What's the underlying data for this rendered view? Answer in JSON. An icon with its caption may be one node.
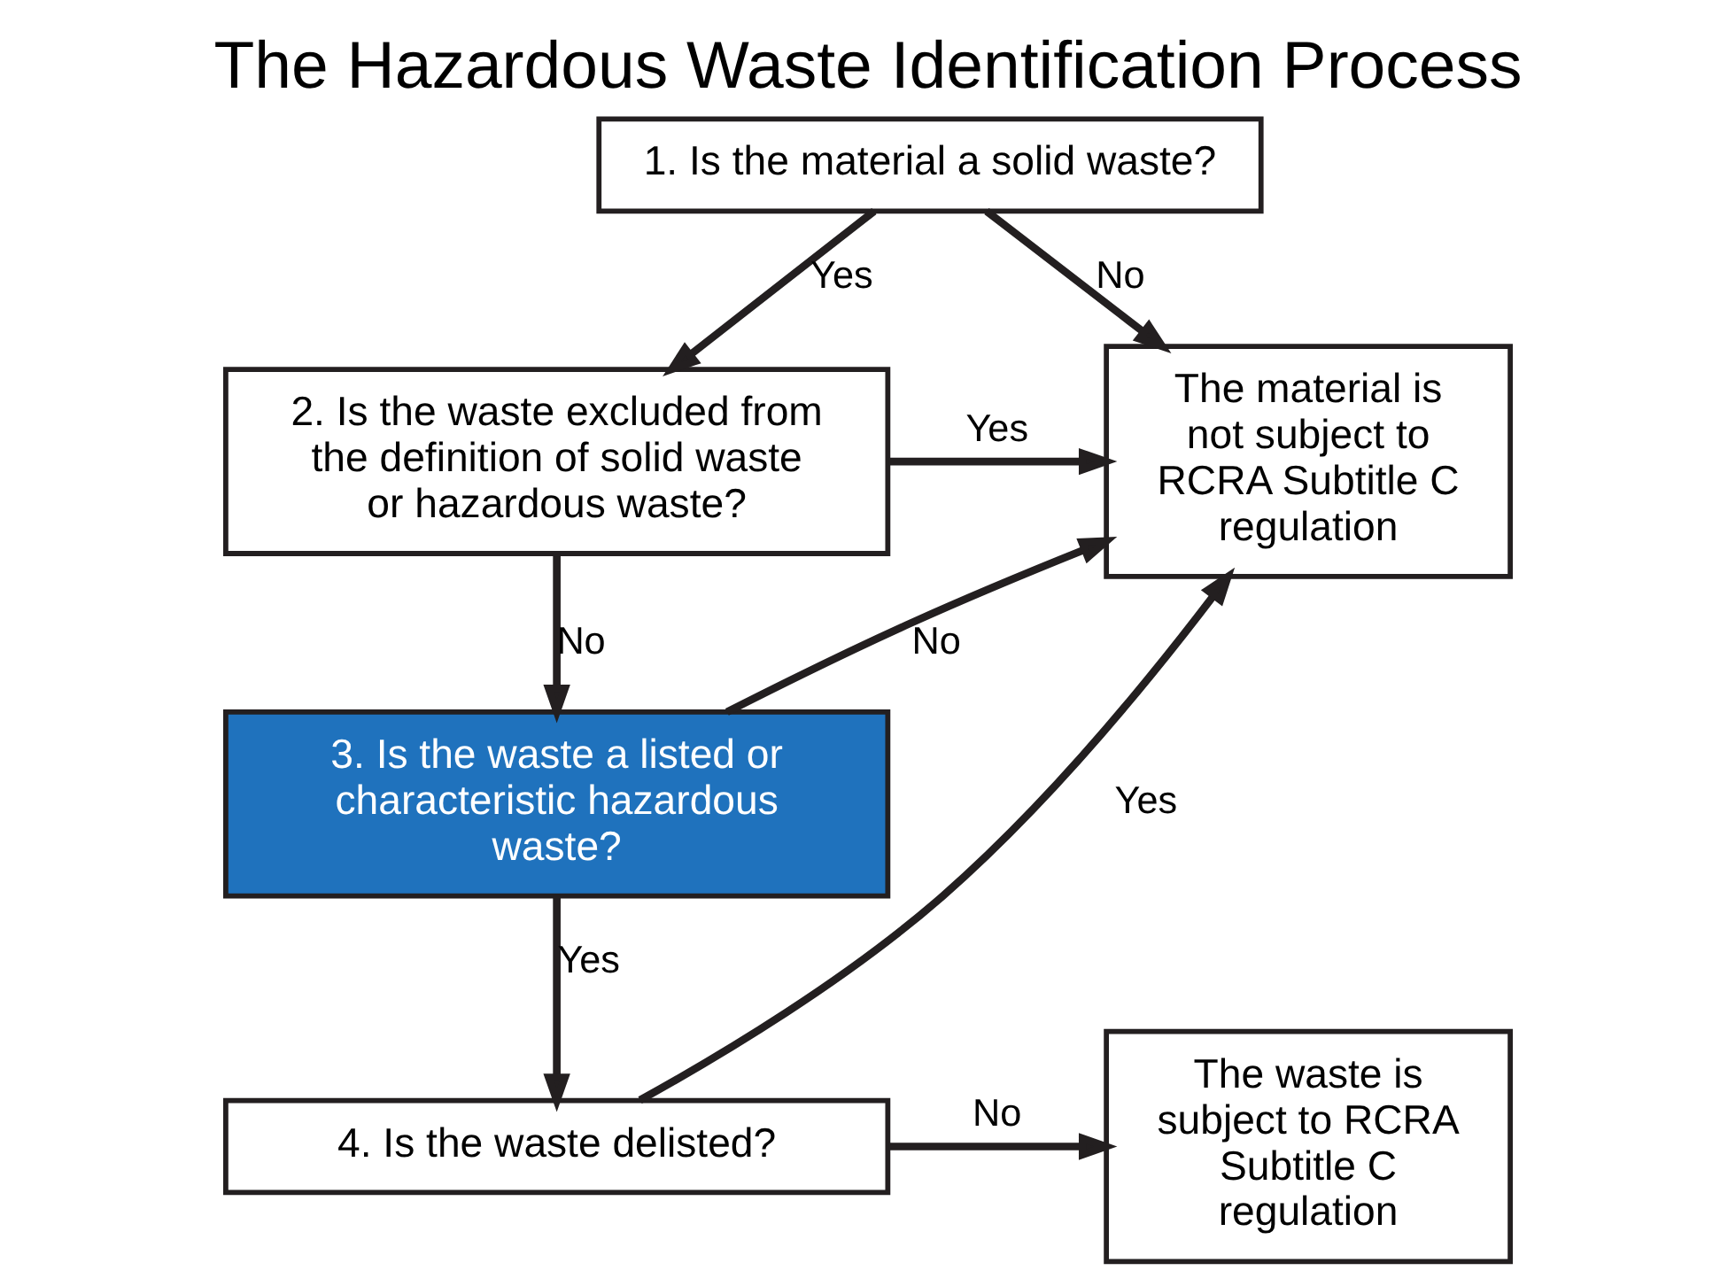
{
  "diagram": {
    "title": "The Hazardous Waste Identification Process",
    "nodes": [
      {
        "text": [
          "1. Is the material a solid waste?"
        ]
      },
      {
        "text": [
          "2. Is the waste excluded from the definition of solid waste or hazardous waste?"
        ]
      },
      {
        "text": [
          "3. Is the waste a listed or characteristic hazardous waste?"
        ]
      },
      {
        "text": [
          "4. Is the waste delisted?"
        ]
      },
      {
        "text": [
          "The material is not subject to RCRA Subtitle C regulation"
        ]
      },
      {
        "text": [
          "The waste is subject to RCRA Subtitle C regulation"
        ]
      }
    ],
    "edges": [
      {
        "from": 0,
        "to": 1,
        "arrow": "to",
        "label": "Yes"
      },
      {
        "from": 0,
        "to": 4,
        "arrow": "to",
        "label": "No"
      },
      {
        "from": 1,
        "to": 4,
        "arrow": "to",
        "label": "Yes"
      },
      {
        "from": 1,
        "to": 2,
        "arrow": "to",
        "label": "No"
      },
      {
        "from": 2,
        "to": 4,
        "arrow": "to",
        "label": "No"
      },
      {
        "from": 2,
        "to": 3,
        "arrow": "to",
        "label": "Yes"
      },
      {
        "from": 3,
        "to": 4,
        "arrow": "to",
        "label": "Yes"
      },
      {
        "from": 3,
        "to": 5,
        "arrow": "to",
        "label": "No"
      }
    ]
  }
}
